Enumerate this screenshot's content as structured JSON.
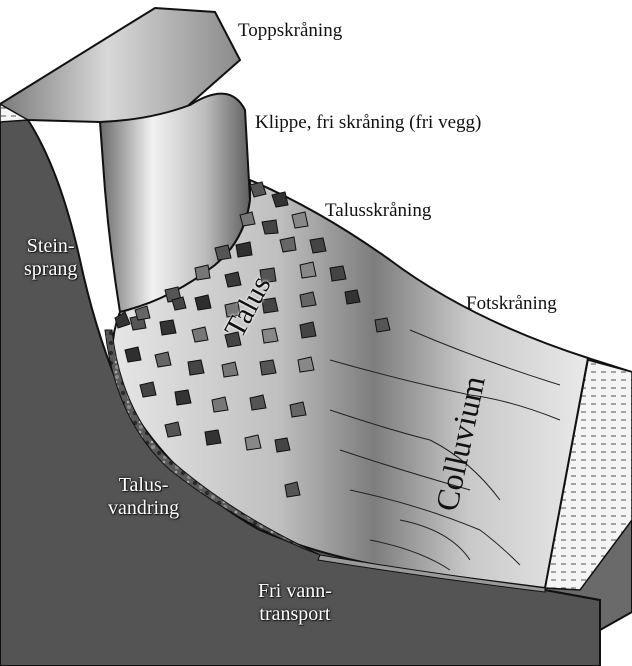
{
  "labels": {
    "top_slope": "Toppskråning",
    "cliff": "Klippe, fri skråning (fri vegg)",
    "talus_slope": "Talusskråning",
    "foot_slope": "Fotskråning",
    "rockfall_1": "Stein-",
    "rockfall_2": "sprang",
    "talus": "Talus",
    "colluvium": "Colluvium",
    "talus_creep_1": "Talus-",
    "talus_creep_2": "vandring",
    "water_transport_1": "Fri vann-",
    "water_transport_2": "transport"
  }
}
